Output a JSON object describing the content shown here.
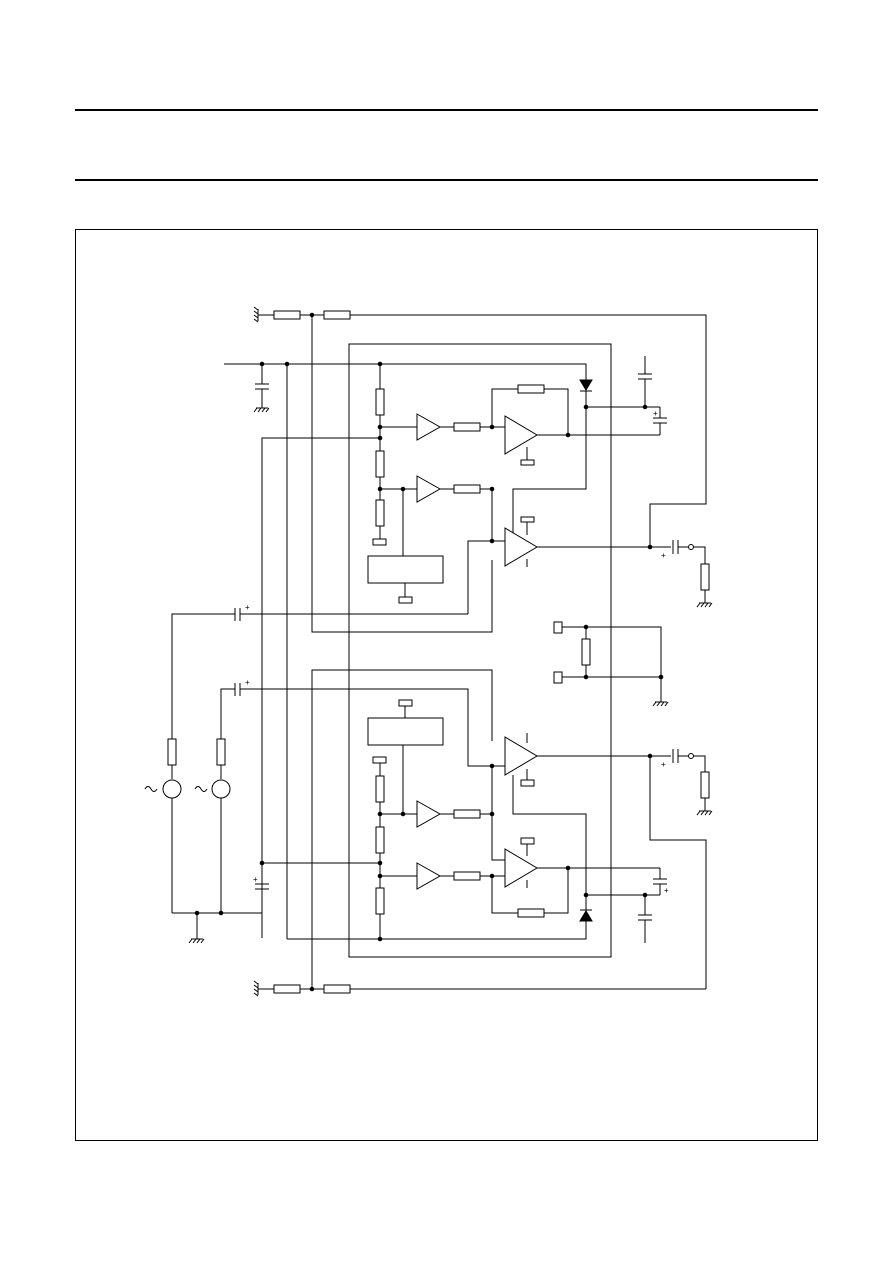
{
  "page": {
    "rules": 2,
    "figure_frame": true
  },
  "diagram": {
    "kind": "stereo amplifier application circuit schematic",
    "stroke_color": "#000000",
    "background_color": "#ffffff",
    "channels": 2,
    "symbols": [
      "resistor",
      "capacitor",
      "electrolytic-capacitor",
      "diode",
      "op-amp",
      "buffer",
      "ac-source",
      "ground",
      "pin-pad",
      "output-terminal"
    ],
    "polarity_mark": "+"
  }
}
